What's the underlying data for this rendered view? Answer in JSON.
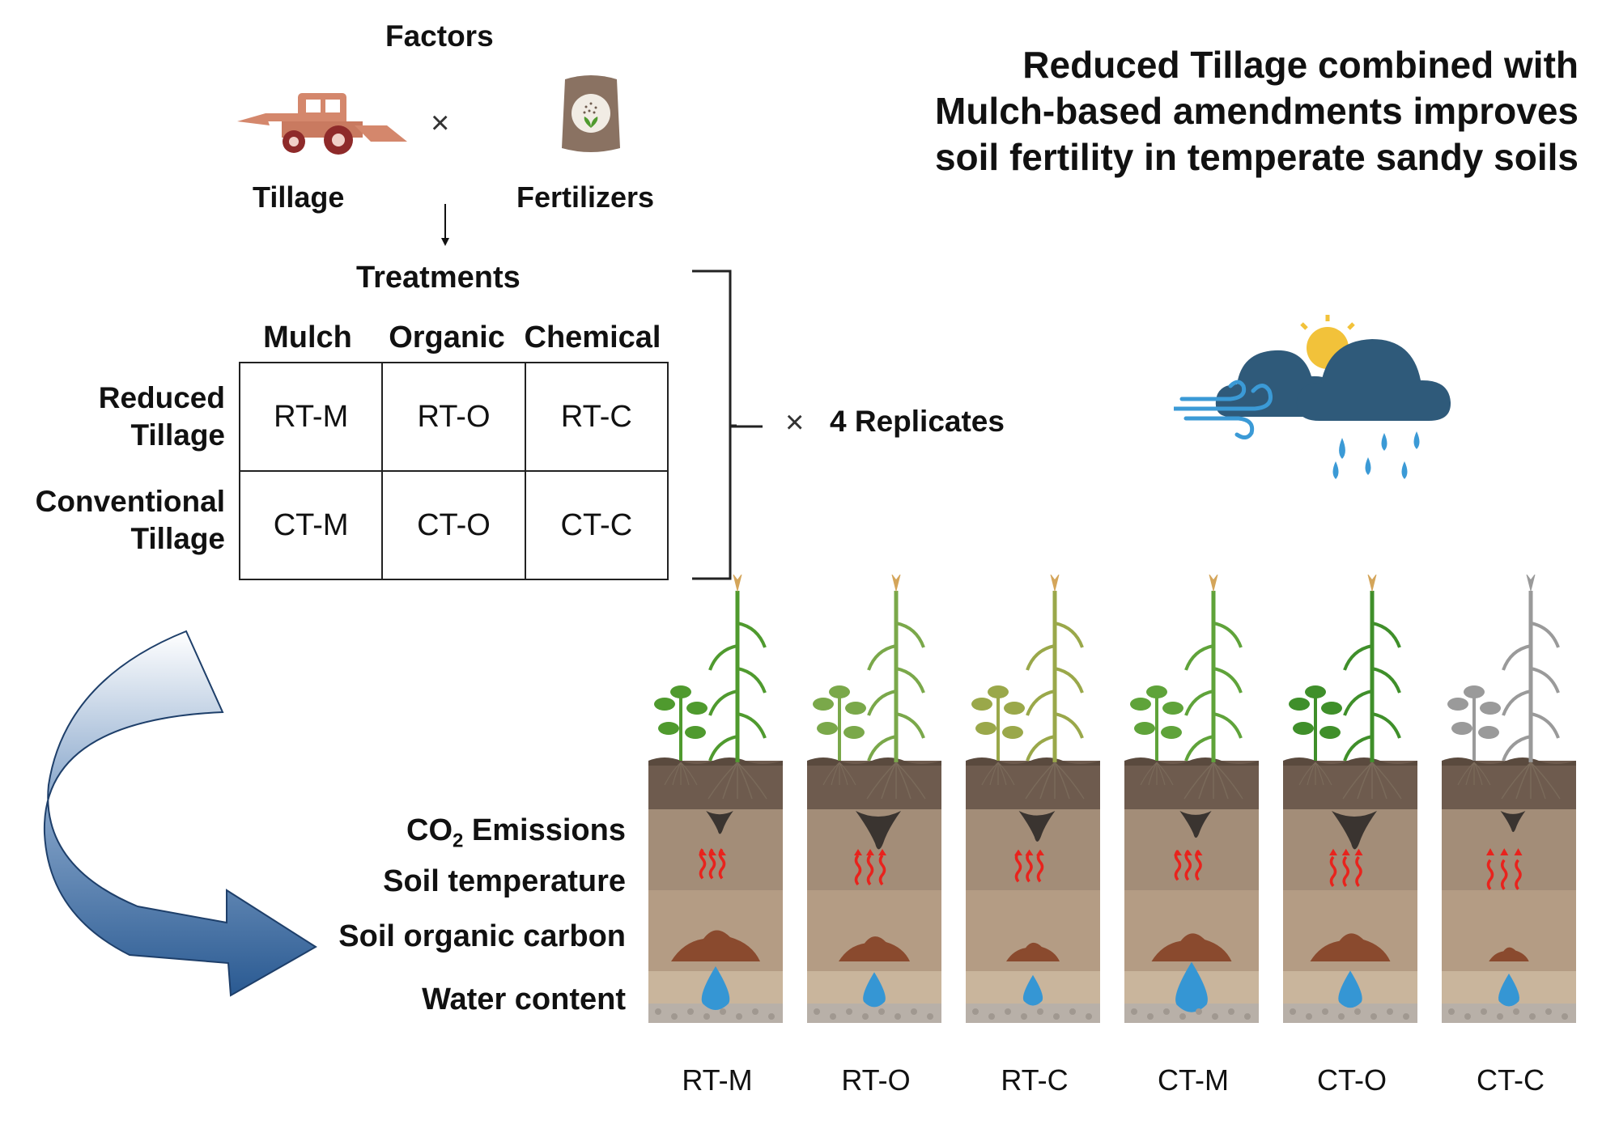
{
  "title_lines": [
    "Reduced Tillage combined with",
    "Mulch-based amendments improves",
    "soil fertility in temperate sandy soils"
  ],
  "factors": {
    "title": "Factors",
    "tillage": "Tillage",
    "fertilizers": "Fertilizers",
    "cross": "×"
  },
  "treatments": {
    "title": "Treatments",
    "columns": [
      "Mulch",
      "Organic",
      "Chemical"
    ],
    "rows": [
      {
        "label_lines": [
          "Reduced",
          "Tillage"
        ],
        "cells": [
          "RT-M",
          "RT-O",
          "RT-C"
        ]
      },
      {
        "label_lines": [
          "Conventional",
          "Tillage"
        ],
        "cells": [
          "CT-M",
          "CT-O",
          "CT-C"
        ]
      }
    ],
    "cross": "×",
    "replicates": "4 Replicates"
  },
  "metrics": {
    "co2_main": "CO",
    "co2_sub": "2",
    "co2_rest": " Emissions",
    "temperature": "Soil temperature",
    "carbon": "Soil organic carbon",
    "water": "Water content"
  },
  "soil_columns": [
    "RT-M",
    "RT-O",
    "RT-C",
    "CT-M",
    "CT-O",
    "CT-C"
  ],
  "colors": {
    "tractor": "#d4876c",
    "tractor_wheel": "#8e2a2a",
    "cloud": "#2f5a7a",
    "rain": "#3b9ad6",
    "sun": "#f2c23a",
    "arrow_blue": "#2a5a92",
    "heat": "#e8231d",
    "topsoil": "#6e5b4e",
    "midsoil": "#b49c84",
    "subsoil": "#c9b59c",
    "rock": "#b8b0a8",
    "carbon": "#8a4a2e",
    "water": "#3596d4",
    "plant_green": "#4f9a2e"
  }
}
